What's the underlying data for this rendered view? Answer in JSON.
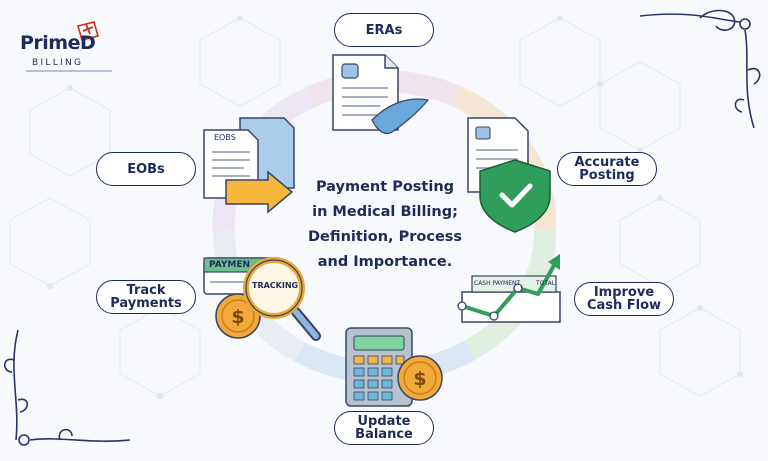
{
  "logo": {
    "word": "PrimeD",
    "subword": "BILLING",
    "brand_color": "#1e2a5a",
    "accent_color": "#d62828"
  },
  "center_title": [
    "Payment Posting",
    "in Medical Billing;",
    "Definition, Process",
    "and Importance."
  ],
  "steps": [
    {
      "id": "eras",
      "lines": [
        "ERAs"
      ]
    },
    {
      "id": "accurate-posting",
      "lines": [
        "Accurate",
        "Posting"
      ]
    },
    {
      "id": "improve-cash-flow",
      "lines": [
        "Improve",
        "Cash Flow"
      ]
    },
    {
      "id": "update-balance",
      "lines": [
        "Update",
        "Balance"
      ]
    },
    {
      "id": "track-payments",
      "lines": [
        "Track",
        "Payments"
      ]
    },
    {
      "id": "eobs",
      "lines": [
        "EOBs"
      ]
    }
  ],
  "illustration_text": {
    "eobs_doc": "EOBS",
    "payment_card": "PAYMEN",
    "tracking_lens": "TRACKING",
    "cash_chart": "CASH PAYMENT",
    "cash_chart_total": "TOTAL"
  },
  "colors": {
    "ring_pink": "#efe3ec",
    "ring_yellow": "#fbf1d2",
    "ring_green": "#e0efe0",
    "ring_blue": "#dbe7f5",
    "shield_green": "#2e9e5a",
    "coin_orange": "#f2a93b",
    "arrow_orange": "#f6b73c",
    "doc_blue": "#a9cdeb",
    "card_green": "#6bbf8a",
    "calc_gray": "#9aa7b6"
  },
  "icons": [
    "document-icon",
    "checkmark-shield-icon",
    "growth-chart-icon",
    "calculator-icon",
    "dollar-coin-icon",
    "magnifier-icon",
    "arrow-right-icon",
    "ornament-icon"
  ]
}
